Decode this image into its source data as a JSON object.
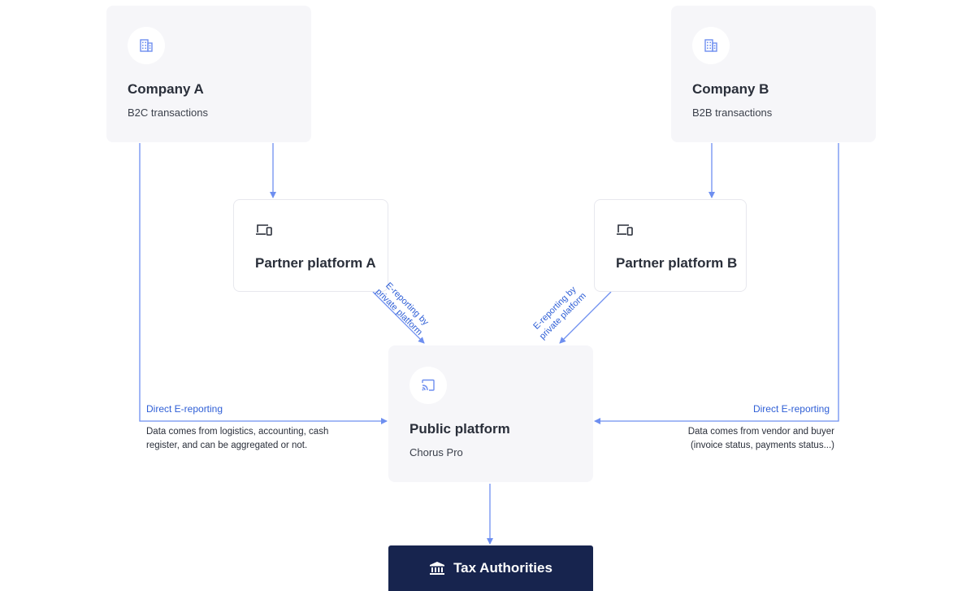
{
  "company_a": {
    "title": "Company A",
    "subtitle": "B2C transactions",
    "icon": "building-icon"
  },
  "company_b": {
    "title": "Company B",
    "subtitle": "B2B transactions",
    "icon": "building-icon"
  },
  "partner_a": {
    "title": "Partner platform A",
    "icon": "devices-icon"
  },
  "partner_b": {
    "title": "Partner platform B",
    "icon": "devices-icon"
  },
  "public_platform": {
    "title": "Public platform",
    "subtitle": "Chorus Pro",
    "icon": "cast-icon"
  },
  "tax_authorities": {
    "title": "Tax Authorities",
    "icon": "bank-icon"
  },
  "left_flow": {
    "label": "Direct E-reporting",
    "note_line1": "Data comes from logistics, accounting, cash",
    "note_line2": "register, and can be aggregated or not."
  },
  "right_flow": {
    "label": "Direct E-reporting",
    "note_line1": "Data comes from vendor and buyer",
    "note_line2": "(invoice status, payments status...)"
  },
  "partner_a_flow": {
    "line1": "E-reporting by",
    "line2": "private platform"
  },
  "partner_b_flow": {
    "line1": "E-reporting by",
    "line2": "private platform"
  },
  "colors": {
    "arrow": "#6e8ff0",
    "accent_text": "#2f5fd6",
    "card_bg": "#f6f6f9",
    "tax_bg": "#17244e"
  }
}
